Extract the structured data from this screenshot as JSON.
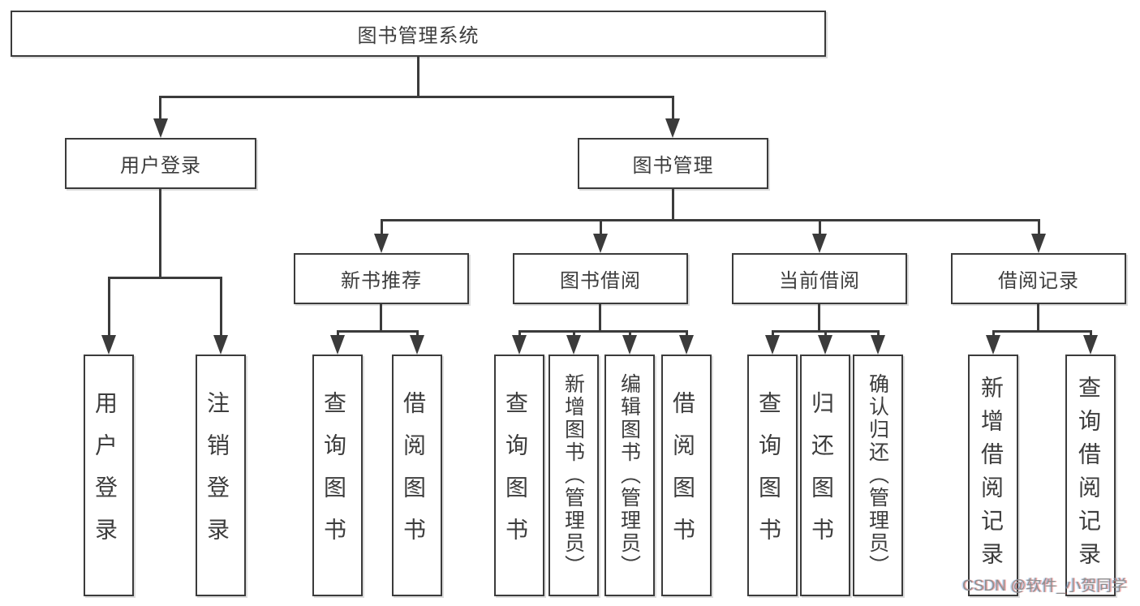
{
  "diagram": {
    "root": {
      "label": "图书管理系统"
    },
    "branches": [
      {
        "label": "用户登录",
        "children": [
          {
            "label": "用户登录"
          },
          {
            "label": "注销登录"
          }
        ]
      },
      {
        "label": "图书管理",
        "children": [
          {
            "label": "新书推荐",
            "children": [
              {
                "label": "查询图书"
              },
              {
                "label": "借阅图书"
              }
            ]
          },
          {
            "label": "图书借阅",
            "children": [
              {
                "label": "查询图书"
              },
              {
                "label": "新增图书（管理员）"
              },
              {
                "label": "编辑图书（管理员）"
              },
              {
                "label": "借阅图书"
              }
            ]
          },
          {
            "label": "当前借阅",
            "children": [
              {
                "label": "查询图书"
              },
              {
                "label": "归还图书"
              },
              {
                "label": "确认归还（管理员）"
              }
            ]
          },
          {
            "label": "借阅记录",
            "children": [
              {
                "label": "新增借阅记录"
              },
              {
                "label": "查询借阅记录"
              }
            ]
          }
        ]
      }
    ],
    "watermark": "CSDN @软件_小贺同学",
    "colors": {
      "line": "#3b3b3b",
      "text": "#3d3d3d",
      "box_background": "#ffffff",
      "page_background": "#ffffff",
      "watermark": "#8f8f8f"
    }
  }
}
